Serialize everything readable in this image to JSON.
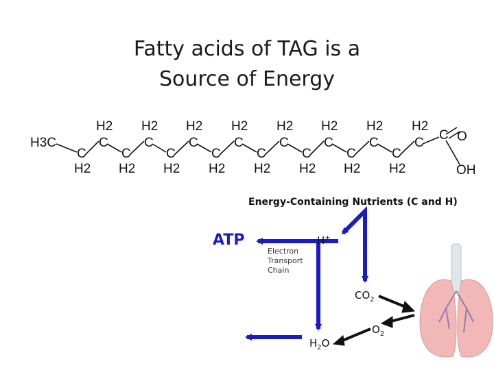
{
  "title": {
    "line1": "Fatty acids of TAG is a",
    "line2": "Source of  Energy"
  },
  "molecule": {
    "start_label": "H3C",
    "ch2_upper": "H2",
    "ch2_lower": "H2",
    "ch2_carbon": "C",
    "carboxyl_carbon": "C",
    "carbonyl_oxygen": "O",
    "hydroxyl": "OH"
  },
  "diagram": {
    "nutrients_label": "Energy-Containing Nutrients (C and H)",
    "atp_label": "ATP",
    "etc_line1": "Electron",
    "etc_line2": "Transport",
    "etc_line3": "Chain",
    "h_plus": "H",
    "h_plus_sup": "+",
    "co2": "CO",
    "co2_sub": "2",
    "o2": "O",
    "o2_sub": "2",
    "h2o_h": "H",
    "h2o_sub": "2",
    "h2o_o": "O"
  },
  "colors": {
    "blue_arrow": "#1a1acc",
    "black_arrow": "#111111",
    "lung_tissue": "#f2b8b8",
    "trachea": "#dfe6ea"
  }
}
